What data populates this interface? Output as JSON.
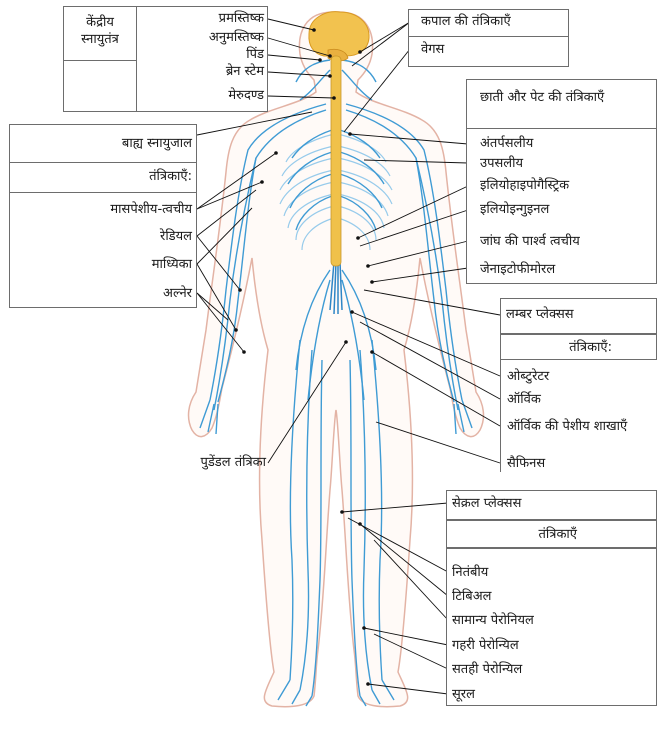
{
  "cns": {
    "header": "केंद्रीय स्नायुतंत्र",
    "items": [
      "प्रमस्तिष्क",
      "अनुमस्तिष्क",
      "पिंड",
      "ब्रेन स्टेम",
      "मेरुदण्ड"
    ]
  },
  "cranial": {
    "title": "कपाल की तंत्रिकाएँ",
    "vagus": "वेगस"
  },
  "peripheral": {
    "title": "बाह्य स्नायुजाल",
    "subtitle": "तंत्रिकाएँ:",
    "items": [
      "मासपेशीय-त्वचीय",
      "रेडियल",
      "माध्यिका",
      "अल्नेर"
    ]
  },
  "thorax": {
    "title": "छाती और पेट की तंत्रिकाएँ",
    "items": [
      "अंतर्पसलीय",
      "उपसलीय",
      "इलियोहाइपोगैस्ट्रिक",
      "इलियोइन्गुइनल",
      "जांघ की पार्श्व त्वचीय",
      "जेनाइटोफीमोरल"
    ]
  },
  "lumbar": {
    "title": "लम्बर प्लेक्सस",
    "subtitle": "तंत्रिकाएँ:",
    "items": [
      "ओब्टुरेटर",
      "ऑर्विक",
      "ऑर्विक की पेशीय शाखाएँ",
      "सैफिनस"
    ]
  },
  "pudendal": "पुडेंडल तंत्रिका",
  "sacral": {
    "title": "सेक्रल प्लेक्सस",
    "subtitle": "तंत्रिकाएँ",
    "items": [
      "नितंबीय",
      "टिबिअल",
      "सामान्य पेरोनियल",
      "गहरी पेरोन्यिल",
      "सतही पेरोन्यिल",
      "सूरल"
    ]
  },
  "colors": {
    "nerve": "#3f9bd4",
    "nerve_light": "#8cc6ea",
    "brain": "#f2c24f",
    "spine": "#f0c14a",
    "body_outline": "#e3b3a5",
    "leader": "#111111"
  }
}
